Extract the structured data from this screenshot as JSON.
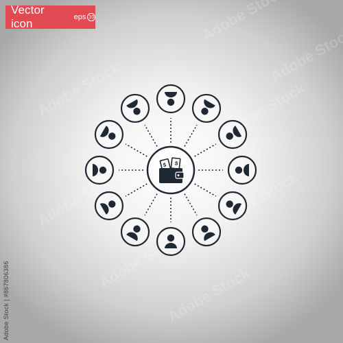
{
  "badge": {
    "title": "Vector icon",
    "format": "eps",
    "version": "10",
    "background_color": "#e14a52"
  },
  "stock_id": "Adobe Stock | #867806386",
  "watermark": "Adobe Stock",
  "center_icon": "wallet-with-dollar-bills-icon",
  "node_icon": "person-icon",
  "node_count": 12,
  "icon_color": "#1f2833"
}
